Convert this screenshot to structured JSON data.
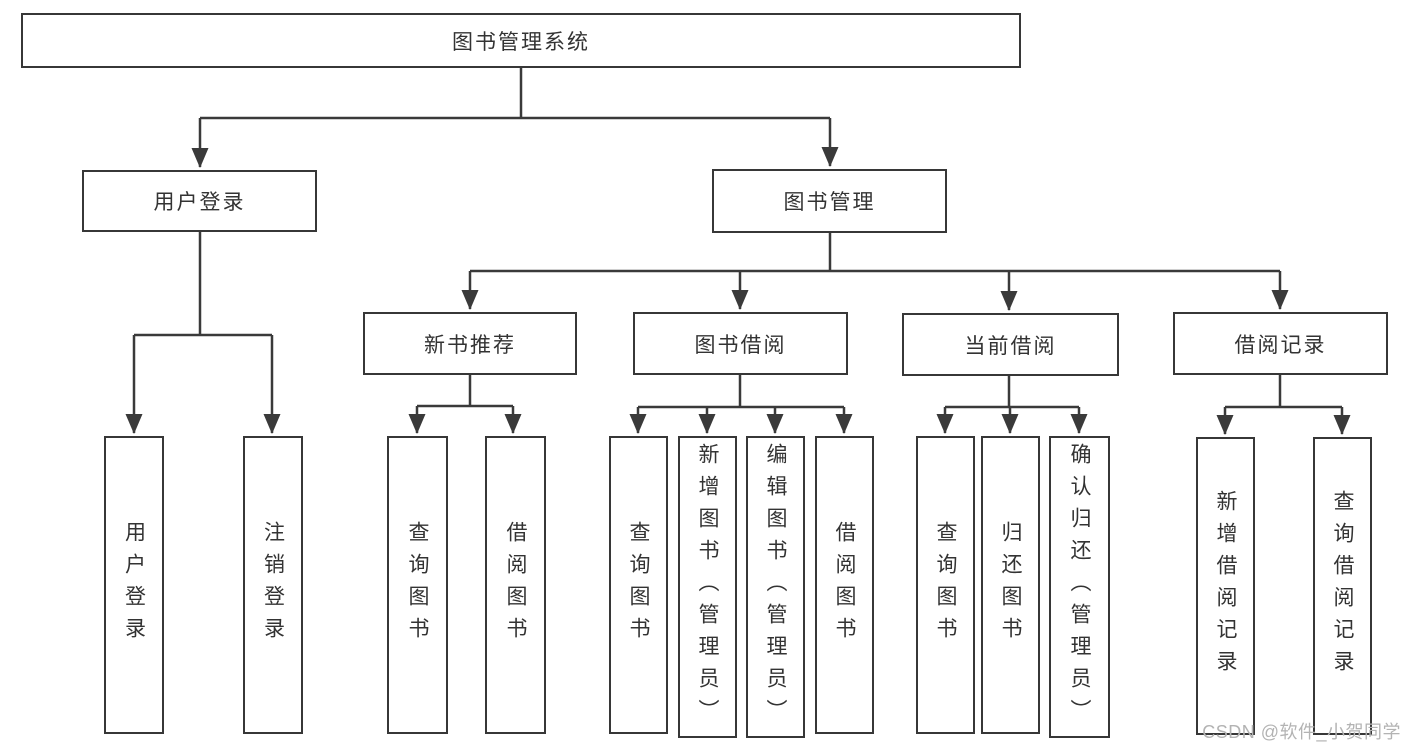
{
  "nodes": {
    "root": "图书管理系统",
    "user_login": "用户登录",
    "book_mgmt": "图书管理",
    "new_book_rec": "新书推荐",
    "book_borrow": "图书借阅",
    "current_borrow": "当前借阅",
    "borrow_record": "借阅记录",
    "ul_user_login": "用户登录",
    "ul_logout": "注销登录",
    "nbr_query_book": "查询图书",
    "nbr_borrow_book": "借阅图书",
    "bb_query_book": "查询图书",
    "bb_add_book": "新增图书（管理员）",
    "bb_edit_book": "编辑图书（管理员）",
    "bb_borrow_book": "借阅图书",
    "cb_query_book": "查询图书",
    "cb_return_book": "归还图书",
    "cb_confirm_return": "确认归还（管理员）",
    "br_add_record": "新增借阅记录",
    "br_query_record": "查询借阅记录"
  },
  "watermark": "CSDN @软件_小贺同学",
  "colors": {
    "line": "#3a3a3a",
    "box_border": "#373737",
    "text": "#333333",
    "watermark": "#b3b3b3",
    "background": "#ffffff"
  }
}
